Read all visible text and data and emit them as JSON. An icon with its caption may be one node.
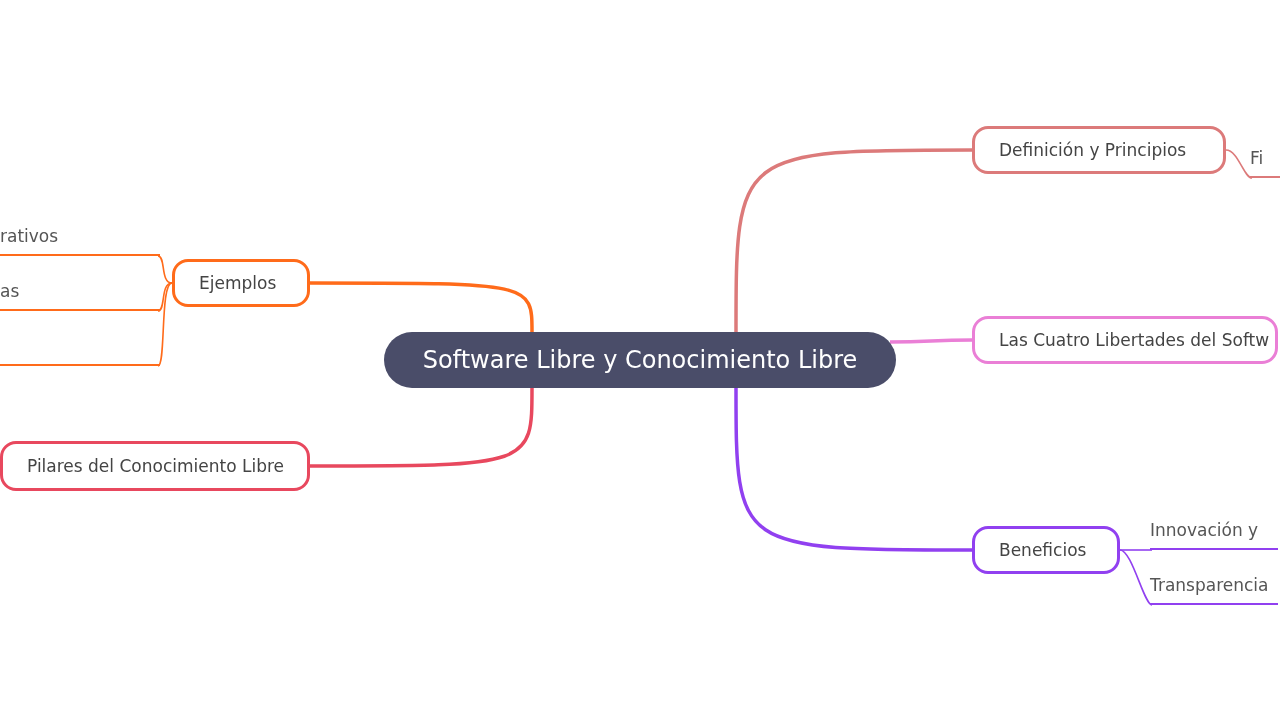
{
  "diagram": {
    "nodes": [
      {
        "text": [
          "Software Libre y Conocimiento Libre"
        ]
      },
      {
        "text": [
          "Definición y Principios"
        ]
      },
      {
        "text": [
          "Fi"
        ]
      },
      {
        "text": [
          "Las Cuatro Libertades del Softw"
        ]
      },
      {
        "text": [
          "Beneficios"
        ]
      },
      {
        "text": [
          "Innovación y"
        ]
      },
      {
        "text": [
          "Transparencia"
        ]
      },
      {
        "text": [
          "Ejemplos"
        ]
      },
      {
        "text": [
          "rativos"
        ]
      },
      {
        "text": [
          "as"
        ]
      },
      {
        "text": [],
        "shape": "bar"
      },
      {
        "text": [
          "Pilares del Conocimiento Libre"
        ]
      }
    ],
    "edges": [
      {
        "from": 0,
        "to": 1,
        "arrow": "none",
        "color": "#dc7a7a"
      },
      {
        "from": 1,
        "to": 2,
        "arrow": "none",
        "color": "#dc7a7a"
      },
      {
        "from": 0,
        "to": 3,
        "arrow": "none",
        "color": "#ea7fd6"
      },
      {
        "from": 0,
        "to": 4,
        "arrow": "none",
        "color": "#9140f0"
      },
      {
        "from": 4,
        "to": 5,
        "arrow": "none",
        "color": "#9140f0"
      },
      {
        "from": 4,
        "to": 6,
        "arrow": "none",
        "color": "#9140f0"
      },
      {
        "from": 0,
        "to": 7,
        "arrow": "none",
        "color": "#ff6b1a"
      },
      {
        "from": 7,
        "to": 8,
        "arrow": "none",
        "color": "#ff6b1a"
      },
      {
        "from": 7,
        "to": 9,
        "arrow": "none",
        "color": "#ff6b1a"
      },
      {
        "from": 7,
        "to": 10,
        "arrow": "none",
        "color": "#ff6b1a"
      },
      {
        "from": 0,
        "to": 11,
        "arrow": "none",
        "color": "#e8485e"
      }
    ]
  }
}
